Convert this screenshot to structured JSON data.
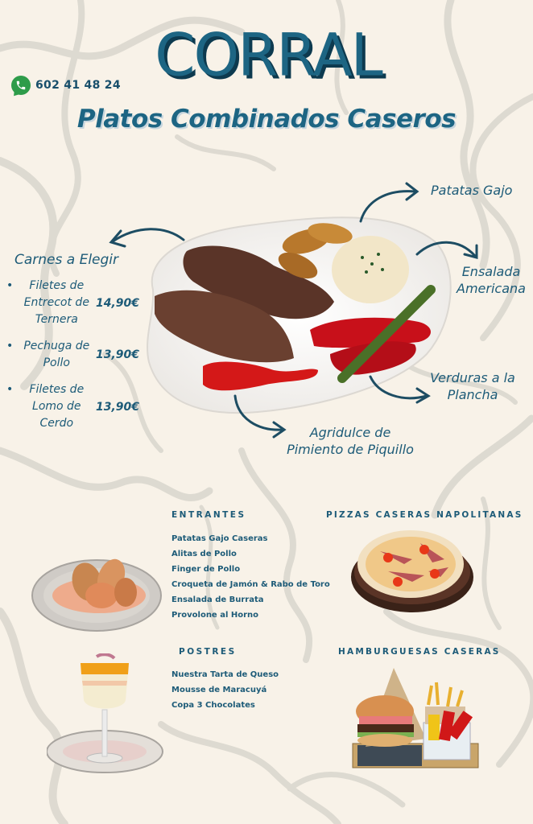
{
  "header": {
    "brand": "CORRAL",
    "phone": {
      "icon": "whatsapp-icon",
      "number": "602 41 48 24"
    },
    "subtitle": "Platos Combinados Caseros"
  },
  "main_dish": {
    "carnes_title": "Carnes a Elegir",
    "meats": [
      {
        "name_lines": [
          "Filetes de",
          "Entrecot de",
          "Ternera"
        ],
        "price": "14,90€"
      },
      {
        "name_lines": [
          "Pechuga de",
          "Pollo"
        ],
        "price": "13,90€"
      },
      {
        "name_lines": [
          "Filetes de",
          "Lomo de",
          "Cerdo"
        ],
        "price": "13,90€"
      }
    ],
    "sides": {
      "patatas": "Patatas Gajo",
      "ensalada": [
        "Ensalada",
        "Americana"
      ],
      "verduras": [
        "Verduras a la",
        "Plancha"
      ],
      "agridulce": [
        "Agridulce de",
        "Pimiento de Piquillo"
      ]
    }
  },
  "entrantes": {
    "title": "ENTRANTES",
    "items": [
      "Patatas Gajo Caseras",
      "Alitas de Pollo",
      "Finger de Pollo",
      "Croqueta de Jamón & Rabo de Toro",
      "Ensalada de Burrata",
      "Provolone al Horno"
    ]
  },
  "postres": {
    "title": "POSTRES",
    "items": [
      "Nuestra Tarta de Queso",
      "Mousse de Maracuyá",
      "Copa 3 Chocolates"
    ]
  },
  "pizzas": {
    "title": "PIZZAS CASERAS NAPOLITANAS"
  },
  "hamburguesas": {
    "title": "HAMBURGUESAS CASERAS"
  },
  "colors": {
    "background": "#f8f2e8",
    "primary_blue": "#1d6583",
    "text_blue": "#1d5b78",
    "shadow_blue": "#0d3a4f",
    "whatsapp_green": "#2e9c4a"
  }
}
